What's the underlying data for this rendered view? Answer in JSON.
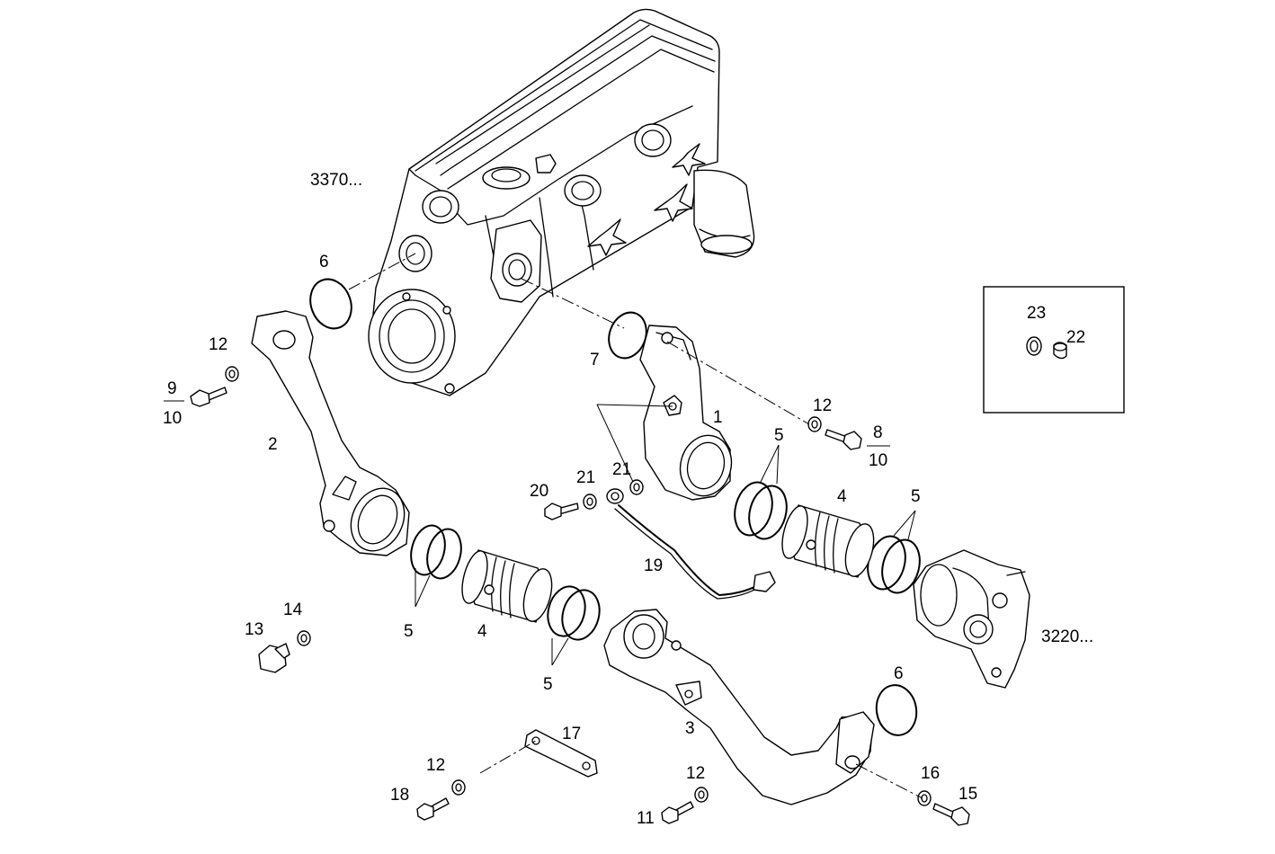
{
  "ref_labels": {
    "head": "3370...",
    "turbo": "3220..."
  },
  "callouts": {
    "c1": "1",
    "c2": "2",
    "c3": "3",
    "c4a": "4",
    "c4b": "4",
    "c5a": "5",
    "c5b": "5",
    "c5c": "5",
    "c5d": "5",
    "c6a": "6",
    "c6b": "6",
    "c7": "7",
    "c9": "9",
    "c10a": "10",
    "c8": "8",
    "c10b": "10",
    "c11": "11",
    "c12a": "12",
    "c12b": "12",
    "c12c": "12",
    "c12d": "12",
    "c13": "13",
    "c14": "14",
    "c15": "15",
    "c16": "16",
    "c17": "17",
    "c18": "18",
    "c19": "19",
    "c20": "20",
    "c21a": "21",
    "c21b": "21",
    "c22": "22",
    "c23": "23"
  }
}
